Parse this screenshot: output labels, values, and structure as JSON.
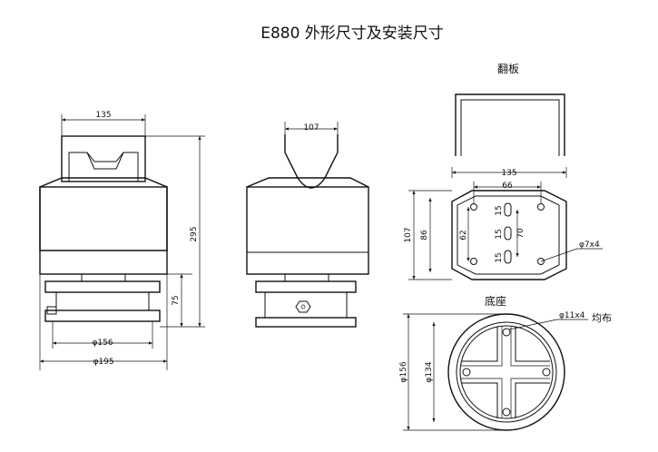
{
  "title": "E880 外形尺寸及安装尺寸",
  "views": {
    "front": {
      "width_top": "135",
      "height_total": "295",
      "height_lower": "75",
      "base_inner": "φ156",
      "base_outer": "φ195"
    },
    "side": {
      "neck_width": "107"
    },
    "flap": {
      "label": "翻板",
      "width": "135",
      "hole_span": "66",
      "height": "107",
      "height_inner": "86",
      "pitch_62": "62",
      "slot_15_a": "15",
      "slot_15_b": "15",
      "slot_15_c": "15",
      "slot_70": "70",
      "hole_spec": "φ7x4"
    },
    "base": {
      "label": "底座",
      "hole_spec": "φ11x4",
      "hole_note": "均布",
      "dia_outer": "φ156",
      "dia_inner": "φ134"
    }
  }
}
